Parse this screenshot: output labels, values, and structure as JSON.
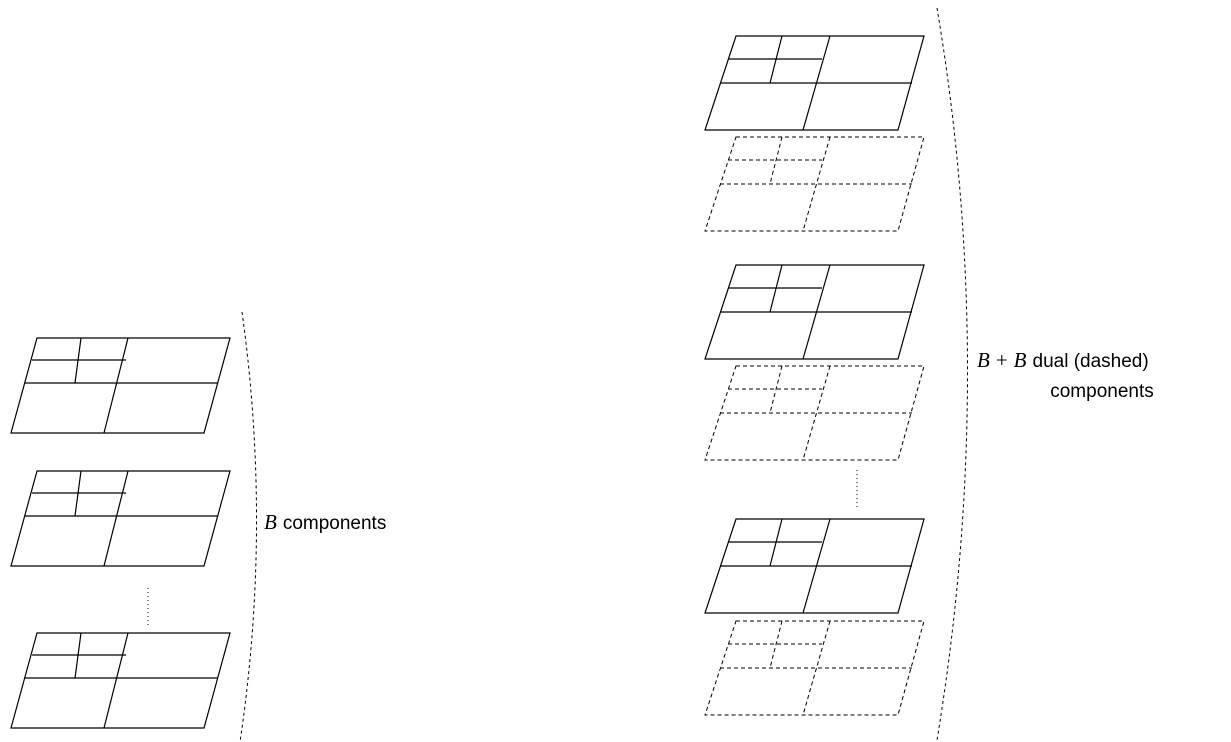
{
  "left_group": {
    "label_symbol": "B",
    "label_text": "components"
  },
  "right_group": {
    "label_symbol_1": "B",
    "label_plus": "+",
    "label_symbol_2": "B",
    "label_text_1": "dual (dashed)",
    "label_text_2": "components"
  }
}
